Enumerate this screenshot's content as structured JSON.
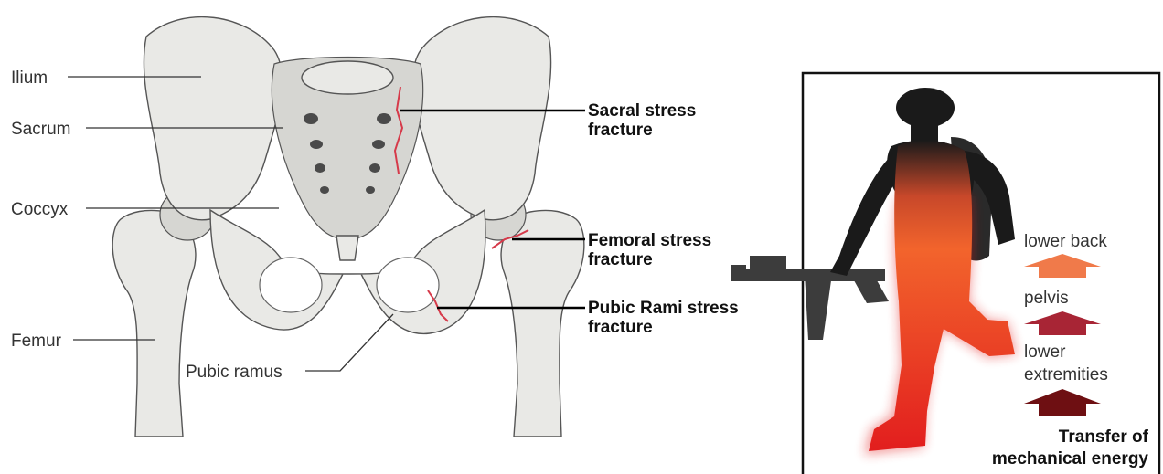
{
  "pelvis_labels": {
    "ilium": "Ilium",
    "sacrum": "Sacrum",
    "coccyx": "Coccyx",
    "femur": "Femur",
    "pubic_ramus": "Pubic ramus"
  },
  "fractures": {
    "sacral": [
      "Sacral stress",
      "fracture"
    ],
    "femoral": [
      "Femoral stress",
      "fracture"
    ],
    "pubic_rami": [
      "Pubic Rami stress",
      "fracture"
    ]
  },
  "energy_panel": {
    "levels": [
      "lower back",
      "pelvis",
      "lower",
      "extremities"
    ],
    "caption": [
      "Transfer of",
      "mechanical energy"
    ]
  },
  "colors": {
    "fracture_red": "#d63a4a",
    "arrow_lower_back": "#f07a4a",
    "arrow_pelvis": "#a82535",
    "arrow_lower_extremities": "#6e0f12",
    "silhouette": "#1a1a1a",
    "heat_top": "#f2642c",
    "heat_bottom": "#e21e1e"
  }
}
